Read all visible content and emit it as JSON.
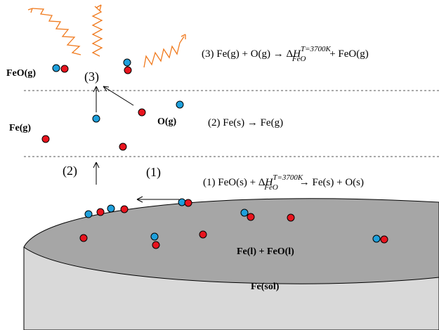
{
  "labels": {
    "feo_gas": "FeO(g)",
    "fe_gas": "Fe(g)",
    "o_gas": "O(g)",
    "liquid": "Fe(l) + FeO(l)",
    "solid": "Fe(sol)",
    "step3_marker": "(3)",
    "step2_marker": "(2)",
    "step1_marker": "(1)"
  },
  "reactions": {
    "r3": {
      "pre": "(3) Fe(g) + O(g) → Δ",
      "H": "H",
      "sup": "T=3700K",
      "sub": "FeO",
      "post": " + FeO(g)"
    },
    "r2": "(2) Fe(s) → Fe(g)",
    "r1": {
      "pre": "(1) FeO(s) + Δ",
      "H": "H",
      "sup": "T=3700K",
      "sub": "FeO",
      "post": "→ Fe(s) + O(s)"
    }
  },
  "colors": {
    "fe_atom": "#e8141e",
    "o_atom": "#1ea0dc",
    "wave": "#f07a1e",
    "liquid_surface": "#a6a6a6",
    "crucible": "#d9d9d9"
  }
}
